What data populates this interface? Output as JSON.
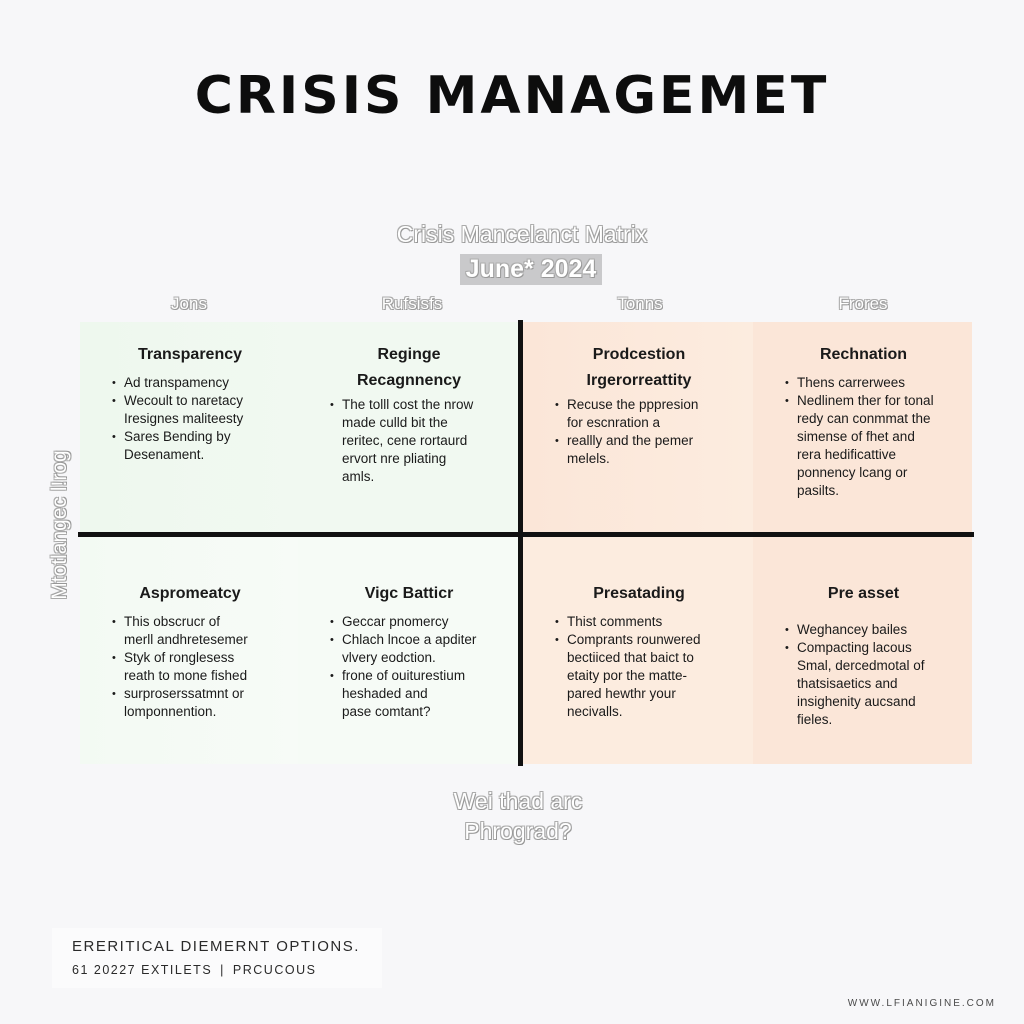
{
  "title": "CRISIS MANAGEMET",
  "matrix": {
    "title": "Crisis Mancelanct Matrix",
    "date": "June* 2024",
    "column_labels": [
      "Jons",
      "Rufsisfs",
      "Tonns",
      "Frores"
    ],
    "y_axis_label": "Mtotlangec l!rog",
    "bottom_question": [
      "Wei thad arc",
      "Phrograd?"
    ],
    "colors": {
      "green": "#eef8ee",
      "green_light": "#f1f9f1",
      "orange": "#fbe6d8",
      "orange_light": "#fcecdf",
      "divider": "#111111"
    },
    "cells": [
      {
        "title": "Transparency",
        "items": [
          "Ad transpamency",
          "Wecoult to naretacy",
          "Iresignes maliteesty",
          "Sares Bending by",
          "Desenament."
        ],
        "bullets": [
          1,
          1,
          0,
          1,
          0
        ]
      },
      {
        "title": "Reginge",
        "subtitle": "Recagnnency",
        "items": [
          "The tolll cost the nrow",
          "made culld bit the",
          "reritec, cene rortaurd",
          "ervort nre pliating",
          "amls."
        ],
        "bullets": [
          1,
          0,
          0,
          0,
          0
        ]
      },
      {
        "title": "Prodcestion",
        "subtitle": "Irgerorreattity",
        "items": [
          "Recuse the pppresion",
          "for escnration a",
          "reallly and the pemer",
          "melels."
        ],
        "bullets": [
          1,
          0,
          1,
          0
        ]
      },
      {
        "title": "Rechnation",
        "items": [
          "Thens carrerwees",
          "Nedlinem ther for tonal",
          "redy can conmmat the",
          "simense of fhet and",
          "rera hedificattive",
          "ponnency lcang or",
          "pasilts."
        ],
        "bullets": [
          1,
          1,
          0,
          0,
          0,
          0,
          0
        ]
      },
      {
        "title": "Aspromeatcy",
        "items": [
          "This obscrucr of",
          "merll andhretesemer",
          "Styk of ronglesess",
          "reath to mone fished",
          "surproserssatmnt or",
          "lomponnention."
        ],
        "bullets": [
          1,
          0,
          1,
          0,
          1,
          0
        ]
      },
      {
        "title": "Vigc Batticr",
        "items": [
          "Geccar pnomercy",
          "Chlach lncoe a apditer",
          "vlvery eodction.",
          "frone of ouiturestium",
          "heshaded and",
          "pase comtant?"
        ],
        "bullets": [
          1,
          1,
          0,
          1,
          0,
          0
        ]
      },
      {
        "title": "Presatading",
        "items": [
          "Thist comments",
          "Comprants rounwered",
          "bectiiced that baict to",
          "etaity por the matte-",
          "pared hewthr your",
          "necivalls."
        ],
        "bullets": [
          1,
          1,
          0,
          0,
          0,
          0
        ]
      },
      {
        "title": "Pre asset",
        "items": [
          "Weghancey bailes",
          "Compacting lacous",
          "Smal, dercedmotal of",
          "thatsisaetics and",
          "insighenity aucsand",
          "fieles."
        ],
        "bullets": [
          1,
          1,
          0,
          0,
          0,
          0
        ],
        "lead_gap": true
      }
    ]
  },
  "footer": {
    "line1": "ERERITICAL DIEMERNT OPTIONS.",
    "line2_a": "61 20227 EXTILETS",
    "line2_sep": "|",
    "line2_b": "PRCUCOUS"
  },
  "watermark": "WWW.LFIANIGINE.COM"
}
